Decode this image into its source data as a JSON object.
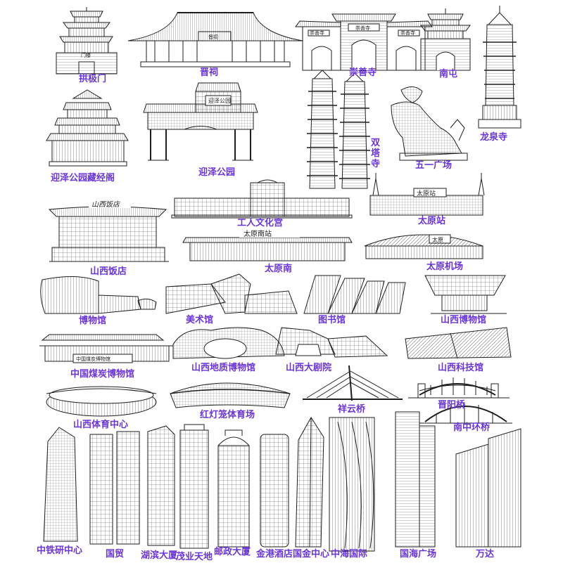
{
  "colors": {
    "line": "#1e1e1e",
    "label": "#6a35d8",
    "background": "#ffffff"
  },
  "buildings": [
    {
      "label": "拱极门",
      "icon": "gate-tower-icon"
    },
    {
      "label": "晋祠",
      "icon": "temple-hall-icon"
    },
    {
      "label": "崇善寺",
      "icon": "temple-gate-icon"
    },
    {
      "label": "南屯",
      "icon": "gate-tower-icon"
    },
    {
      "label": "龙泉寺",
      "icon": "pagoda-icon"
    },
    {
      "label": "迎泽公园藏经阁",
      "icon": "pavilion-icon"
    },
    {
      "label": "迎泽公园",
      "icon": "archway-icon"
    },
    {
      "label": "双塔寺",
      "icon": "twin-pagoda-icon"
    },
    {
      "label": "五一广场",
      "icon": "sculpture-icon"
    },
    {
      "label": "工人文化宫",
      "icon": "palace-building-icon"
    },
    {
      "label": "太原站",
      "icon": "railway-station-icon"
    },
    {
      "label": "山西饭店",
      "icon": "hotel-building-icon"
    },
    {
      "label": "太原南",
      "icon": "railway-station-icon"
    },
    {
      "label": "太原机场",
      "icon": "airport-terminal-icon"
    },
    {
      "label": "博物馆",
      "icon": "museum-icon"
    },
    {
      "label": "美术馆",
      "icon": "art-museum-icon"
    },
    {
      "label": "图书馆",
      "icon": "library-icon"
    },
    {
      "label": "山西博物馆",
      "icon": "museum-icon"
    },
    {
      "label": "中国煤炭博物馆",
      "icon": "museum-icon"
    },
    {
      "label": "山西地质博物馆",
      "icon": "museum-icon"
    },
    {
      "label": "山西大剧院",
      "icon": "theater-icon"
    },
    {
      "label": "山西科技馆",
      "icon": "science-museum-icon"
    },
    {
      "label": "山西体育中心",
      "icon": "stadium-icon"
    },
    {
      "label": "红灯笼体育场",
      "icon": "stadium-icon"
    },
    {
      "label": "祥云桥",
      "icon": "cable-bridge-icon"
    },
    {
      "label": "晋阳桥",
      "icon": "arch-bridge-icon"
    },
    {
      "label": "南中环桥",
      "icon": "arch-bridge-icon"
    },
    {
      "label": "中铁研中心",
      "icon": "skyscraper-icon"
    },
    {
      "label": "国贸",
      "icon": "twin-tower-icon"
    },
    {
      "label": "湖滨大厦",
      "icon": "skyscraper-icon"
    },
    {
      "label": "茂业天地",
      "icon": "skyscraper-icon"
    },
    {
      "label": "邮政大厦",
      "icon": "skyscraper-icon"
    },
    {
      "label": "金港酒店",
      "icon": "skyscraper-icon"
    },
    {
      "label": "国金中心",
      "icon": "skyscraper-icon"
    },
    {
      "label": "中海国际",
      "icon": "skyscraper-icon"
    },
    {
      "label": "国海广场",
      "icon": "skyscraper-icon"
    },
    {
      "label": "万达",
      "icon": "twin-tower-icon"
    }
  ],
  "signs": {
    "gongji": "门楼",
    "jinci": "晋祠",
    "chongshan_left": "崇善寺",
    "chongshan_mid": "崇善寺",
    "chongshan_right": "崇善寺",
    "yingze": "迎泽公园",
    "taiyuan_station": "太原站",
    "hotel": "山西饭店",
    "south_station": "太原南站",
    "airport": "太原",
    "coal_museum": "中国煤炭博物馆"
  }
}
